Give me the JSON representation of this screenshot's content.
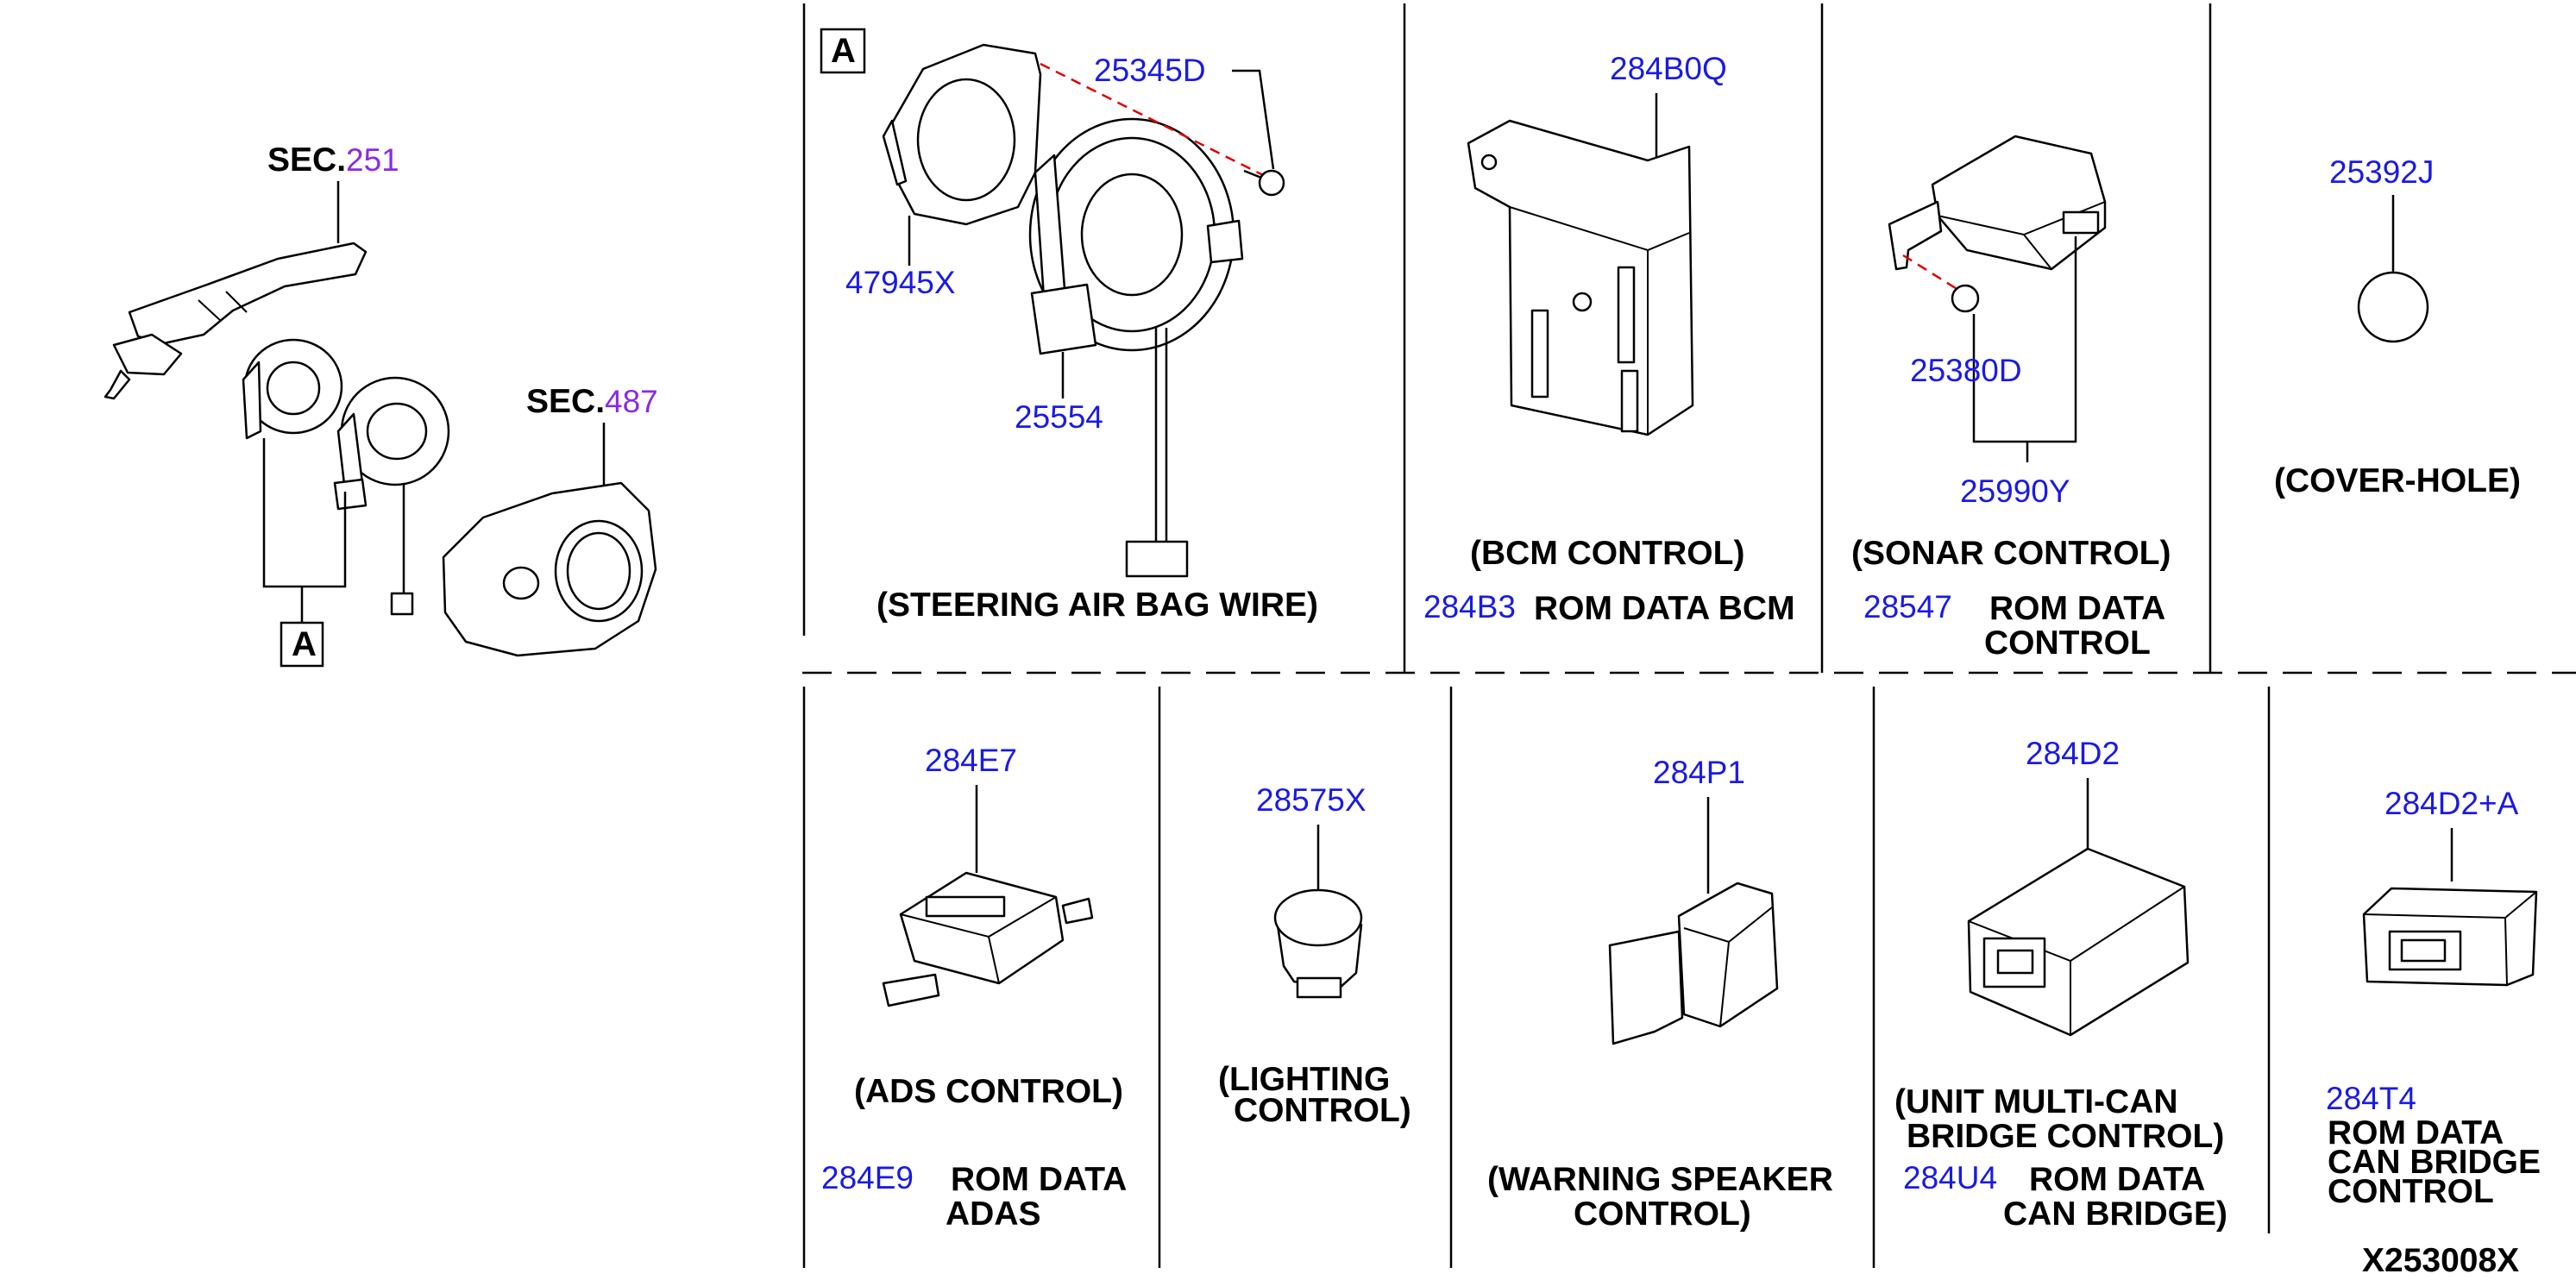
{
  "overview": {
    "sec_prefix_1": "SEC.",
    "sec_num_1": "251",
    "sec_prefix_2": "SEC.",
    "sec_num_2": "487",
    "ref_box": "A"
  },
  "cells": {
    "steering": {
      "ref_box": "A",
      "parts": [
        "25345D",
        "47945X",
        "25554"
      ],
      "label": "(STEERING AIR BAG WIRE)"
    },
    "bcm": {
      "part": "284B0Q",
      "label": "(BCM CONTROL)",
      "rom_part": "284B3",
      "rom_label": "ROM DATA BCM"
    },
    "sonar": {
      "parts": [
        "25380D",
        "25990Y"
      ],
      "label": "(SONAR CONTROL)",
      "rom_part": "28547",
      "rom_label_1": "ROM DATA",
      "rom_label_2": "CONTROL"
    },
    "cover": {
      "part": "25392J",
      "label": "(COVER-HOLE)"
    },
    "ads": {
      "part": "284E7",
      "label": "(ADS CONTROL)",
      "rom_part": "284E9",
      "rom_label_1": "ROM DATA",
      "rom_label_2": "ADAS"
    },
    "lighting": {
      "part": "28575X",
      "label_1": "(LIGHTING",
      "label_2": "CONTROL)"
    },
    "speaker": {
      "part": "284P1",
      "label_1": "(WARNING SPEAKER",
      "label_2": "CONTROL)"
    },
    "multican": {
      "part": "284D2",
      "label_1": "(UNIT MULTI-CAN",
      "label_2": "BRIDGE CONTROL)",
      "rom_part": "284U4",
      "rom_label_1": "ROM DATA",
      "rom_label_2": "CAN BRIDGE)"
    },
    "canbridge": {
      "part": "284D2+A",
      "rom_part": "284T4",
      "rom_label_1": "ROM DATA",
      "rom_label_2": "CAN BRIDGE",
      "rom_label_3": "CONTROL"
    }
  },
  "figure_code": "X253008X",
  "colors": {
    "part_number": "#1a1ae6",
    "section_number": "#8a2be2",
    "install_line": "#e00000"
  }
}
